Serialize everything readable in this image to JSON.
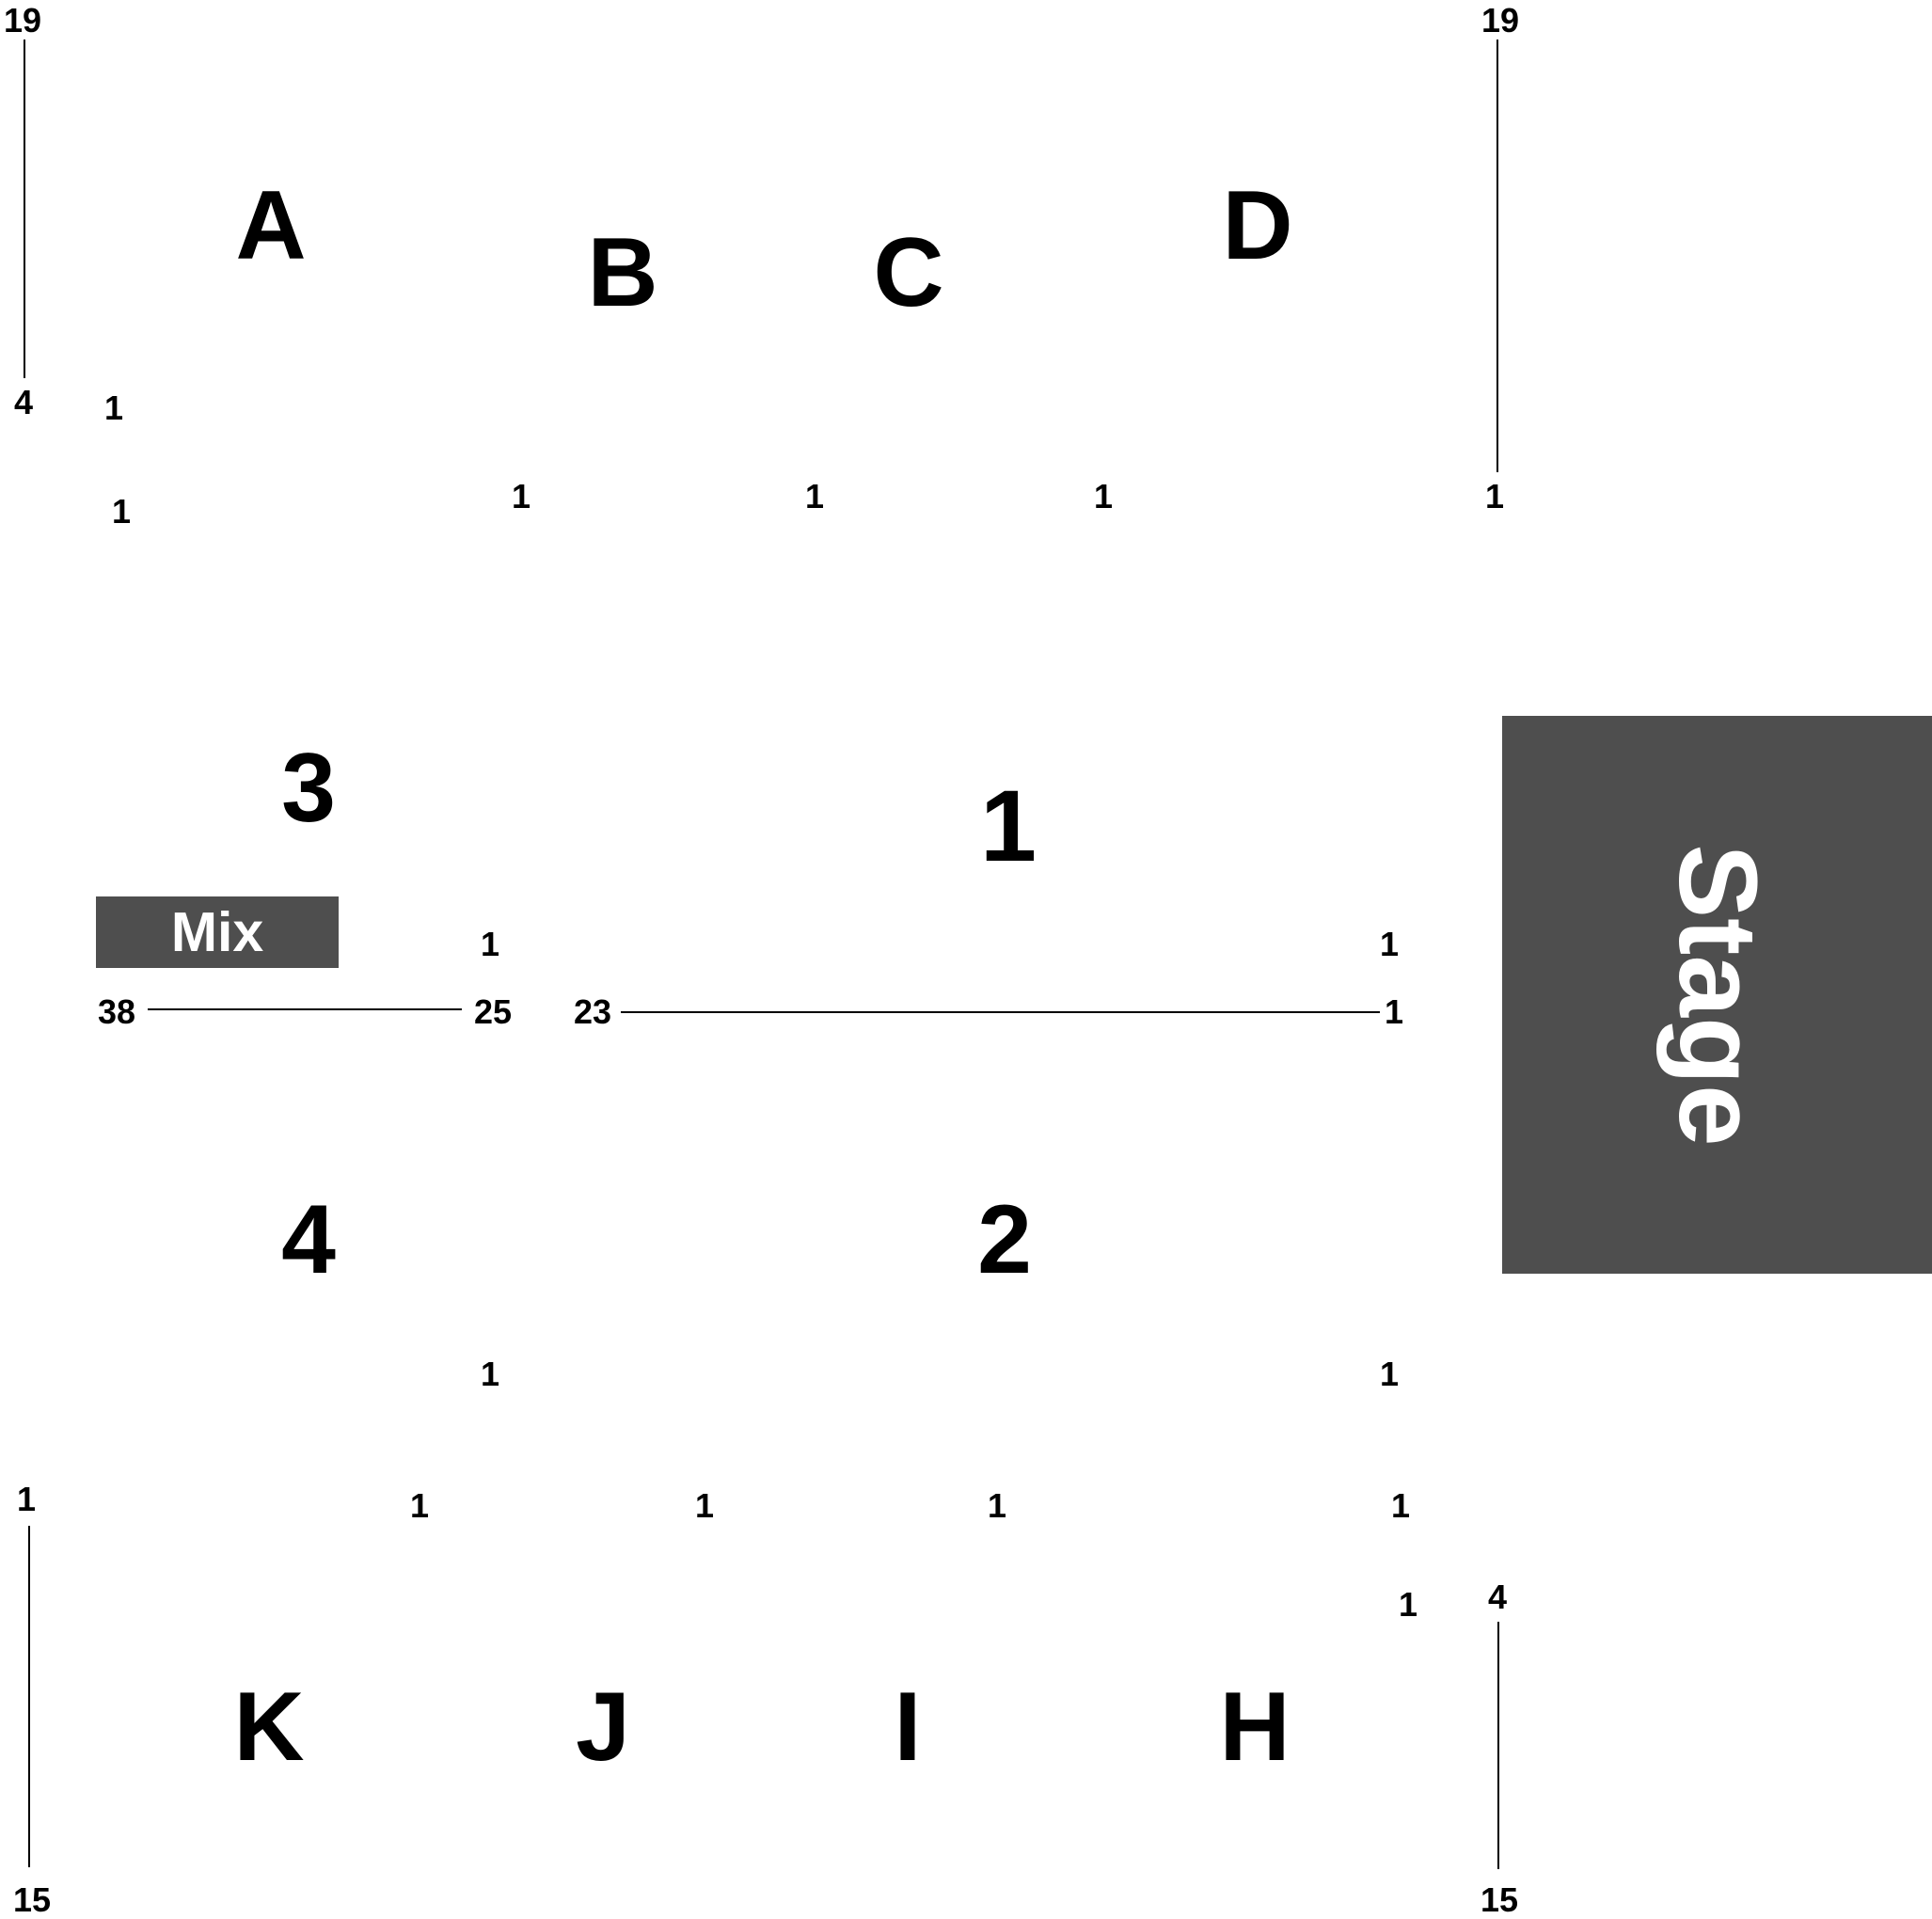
{
  "sections": {
    "A": "A",
    "B": "B",
    "C": "C",
    "D": "D",
    "K": "K",
    "J": "J",
    "I": "I",
    "H": "H",
    "s1": "1",
    "s2": "2",
    "s3": "3",
    "s4": "4"
  },
  "seat_numbers": {
    "left_top": "19",
    "left_bottom": "4",
    "right_top": "19",
    "right_bottom": "1",
    "a_row1": "1",
    "a_row2": "1",
    "b_row": "1",
    "c_row": "1",
    "d_row": "1",
    "s3_first": "1",
    "s1_first": "1",
    "s3_left_end": "38",
    "s3_right_end": "25",
    "s1_left_end": "23",
    "s1_right_end": "1",
    "s4_first": "1",
    "s2_first": "1",
    "k_row": "1",
    "j_row": "1",
    "i_row": "1",
    "h_row": "1",
    "h_row2": "1",
    "lower_left_top": "1",
    "lower_left_bottom": "15",
    "lower_right_top": "4",
    "lower_right_bottom": "15"
  },
  "mix": {
    "label": "Mix"
  },
  "stage": {
    "label": "Stage"
  },
  "colors": {
    "stage_fill": "#4e4e4e",
    "mix_fill": "#4e4e4e",
    "text": "#000000",
    "box_text": "#ffffff"
  }
}
